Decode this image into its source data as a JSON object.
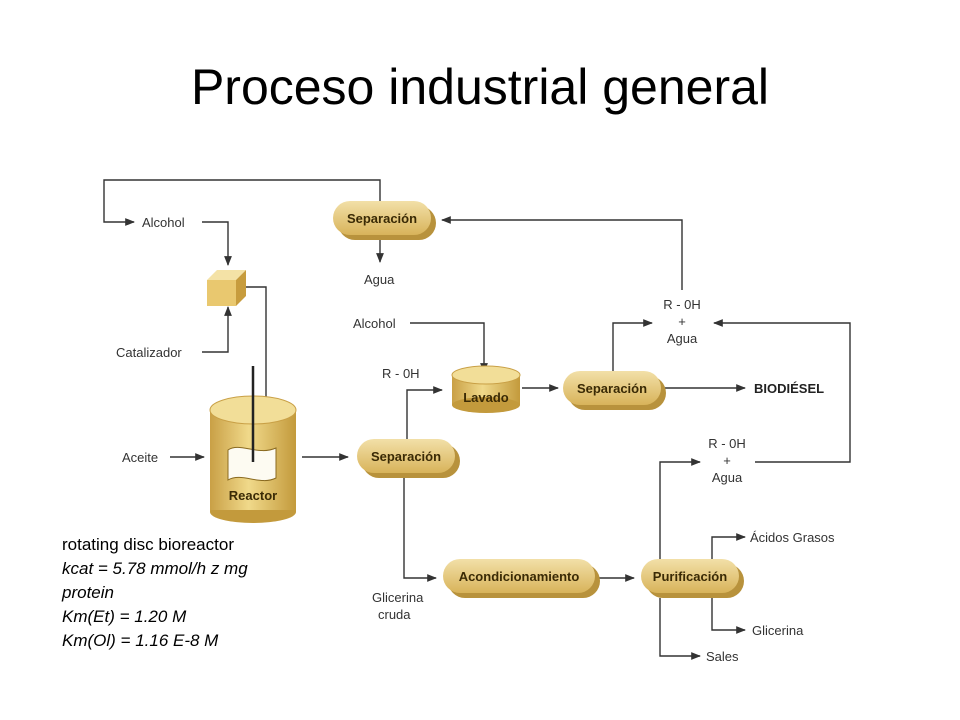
{
  "slide": {
    "title": "Proceso industrial general"
  },
  "diagram": {
    "inputs": {
      "alcohol_top": "Alcohol",
      "catalizador": "Catalizador",
      "aceite": "Aceite",
      "alcohol_mid": "Alcohol",
      "roh_left": "R - 0H"
    },
    "units": {
      "separacion_top": "Separación",
      "reactor": "Reactor",
      "separacion_mid": "Separación",
      "lavado": "Lavado",
      "separacion_right": "Separación",
      "acondicionamiento": "Acondicionamiento",
      "purificacion": "Purificación"
    },
    "outputs": {
      "agua": "Agua",
      "biodiesel": "BIODIÉSEL",
      "glicerina_cruda_1": "Glicerina",
      "glicerina_cruda_2": "cruda",
      "acidos_grasos": "Ácidos Grasos",
      "glicerina": "Glicerina",
      "sales": "Sales"
    },
    "recycle_top": {
      "l1": "R - 0H",
      "l2": "+",
      "l3": "Agua"
    },
    "recycle_bottom": {
      "l1": "R - 0H",
      "l2": "+",
      "l3": "Agua"
    }
  },
  "notes": {
    "line1": "rotating disc bioreactor",
    "line2": "kcat = 5.78 mmol/h z mg",
    "line3": "protein",
    "line4": "Km(Et) = 1.20 M",
    "line5": "Km(Ol) = 1.16 E-8 M"
  }
}
